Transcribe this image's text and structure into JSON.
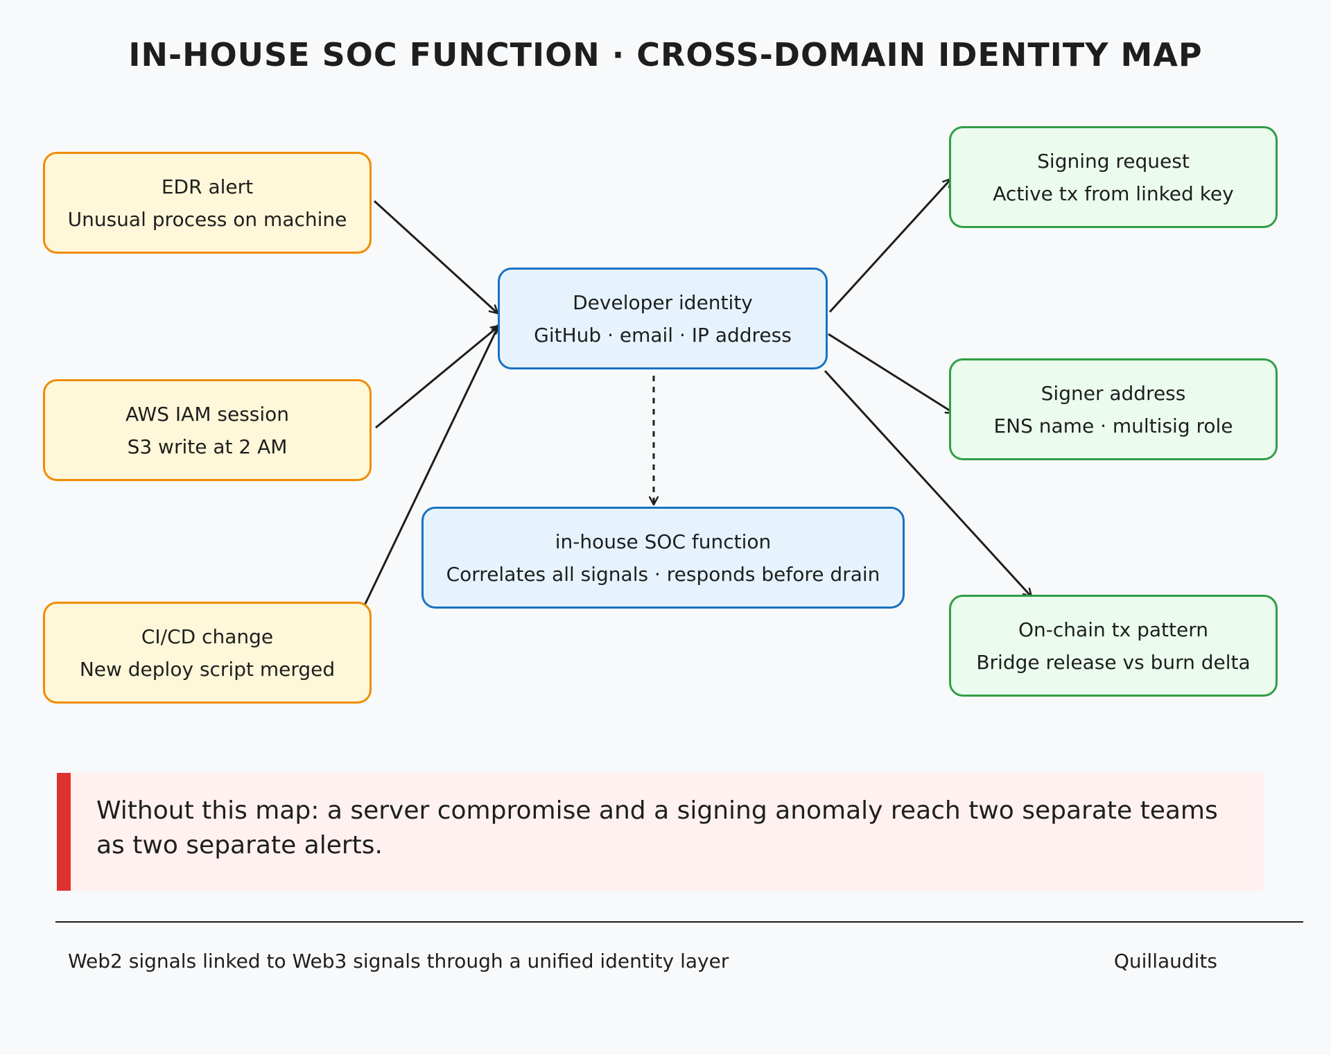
{
  "title": "IN-HOUSE SOC FUNCTION · CROSS-DOMAIN IDENTITY MAP",
  "nodes": {
    "edr": {
      "line1": "EDR alert",
      "line2": "Unusual process on machine"
    },
    "aws": {
      "line1": "AWS IAM session",
      "line2": "S3 write at 2 AM"
    },
    "cicd": {
      "line1": "CI/CD change",
      "line2": "New deploy script merged"
    },
    "developer": {
      "line1": "Developer identity",
      "line2": "GitHub · email · IP address"
    },
    "soc": {
      "line1": "in-house SOC function",
      "line2": "Correlates all signals · responds before drain"
    },
    "signing": {
      "line1": "Signing request",
      "line2": "Active tx from linked key"
    },
    "signer": {
      "line1": "Signer address",
      "line2": "ENS name · multisig role"
    },
    "onchain": {
      "line1": "On-chain tx pattern",
      "line2": "Bridge release vs burn delta"
    }
  },
  "callout": {
    "text": "Without this map: a server compromise and a signing anomaly reach two separate teams as two separate alerts."
  },
  "footer": {
    "left": "Web2 signals linked to Web3 signals through a unified identity layer",
    "right": "Quillaudits"
  },
  "colors": {
    "web2_fill": "#fff7d9",
    "web2_border": "#f08c00",
    "hub_fill": "#e6f3fd",
    "hub_border": "#1971c2",
    "web3_fill": "#ebfbee",
    "web3_border": "#2f9e44",
    "callout_fill": "#fff1f0",
    "callout_bar": "#e03131"
  }
}
